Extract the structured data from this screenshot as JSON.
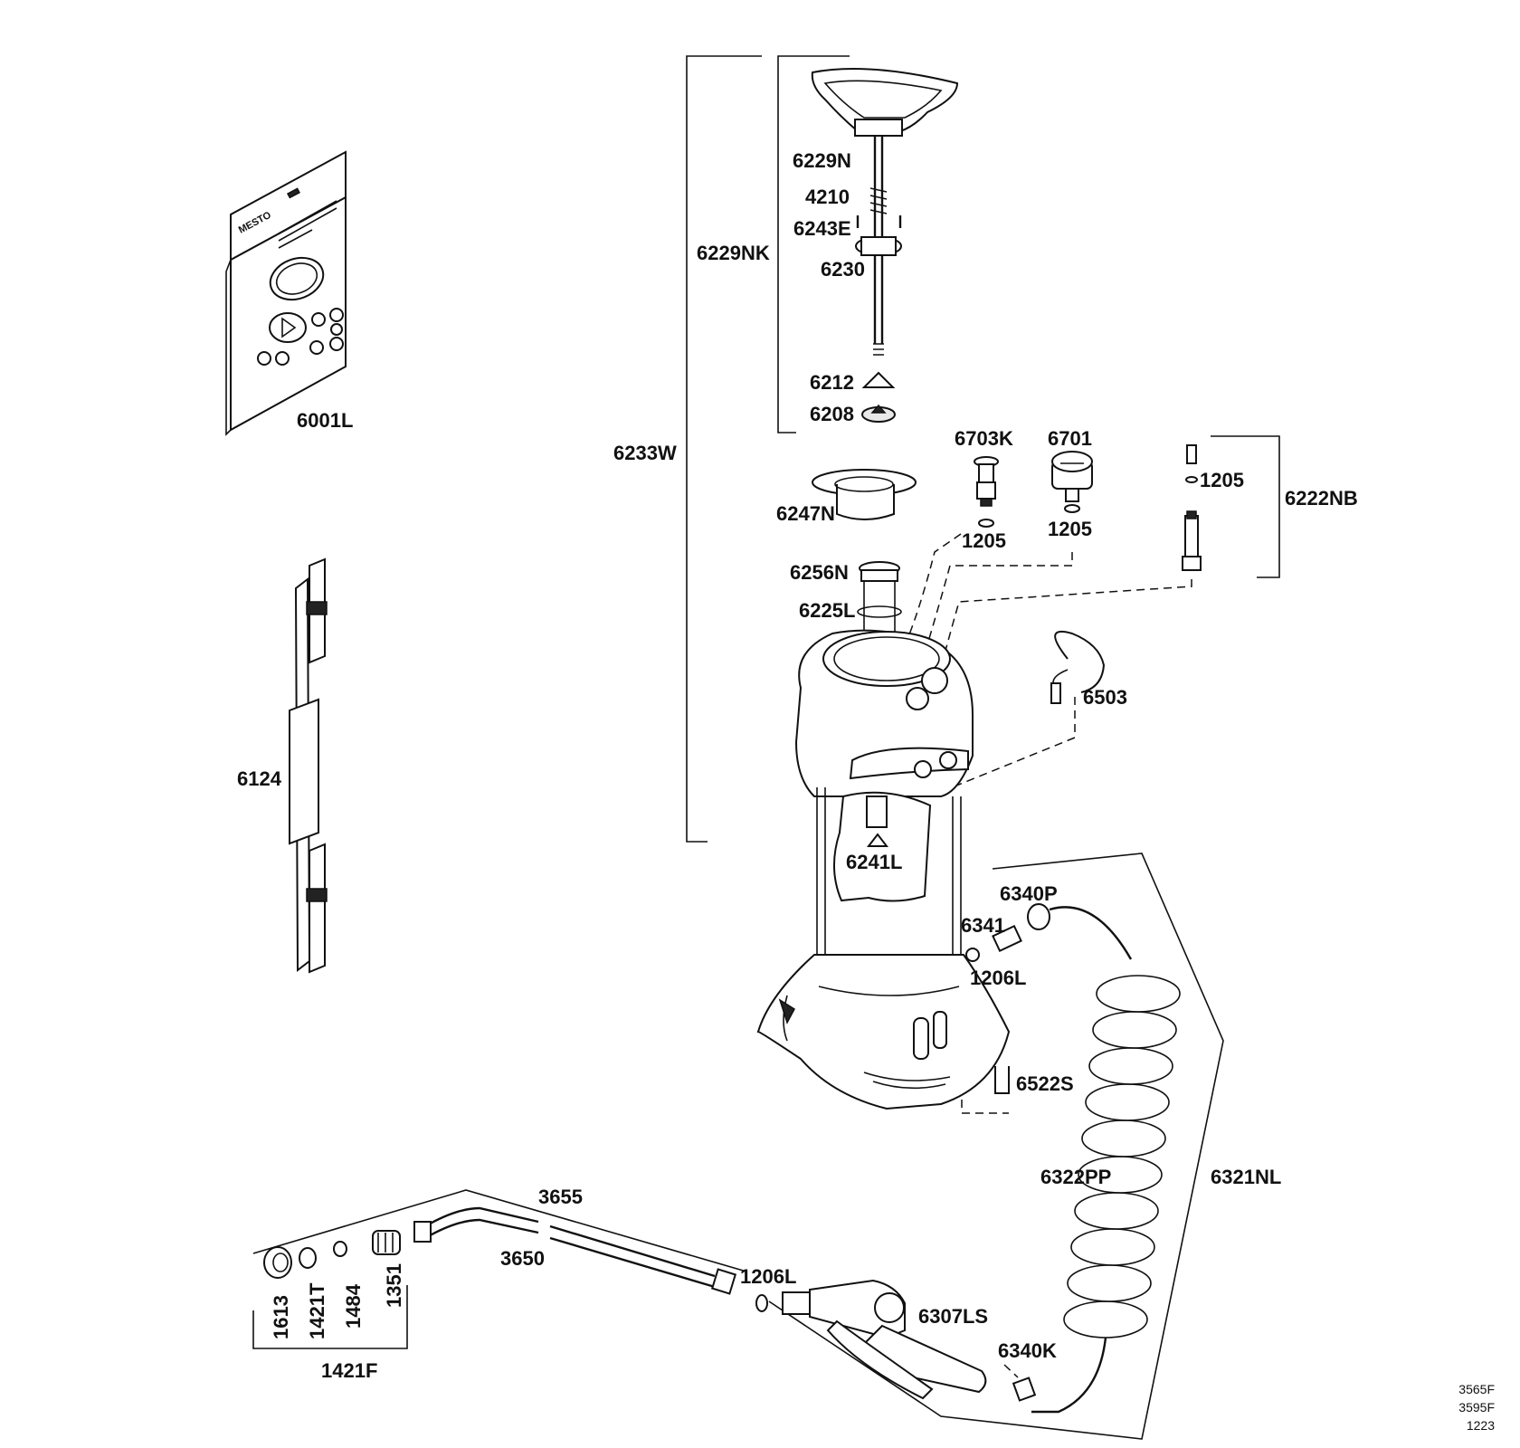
{
  "labels": {
    "p6001L": "6001L",
    "p6124": "6124",
    "p6233W": "6233W",
    "p6229NK": "6229NK",
    "p6229N": "6229N",
    "p4210": "4210",
    "p6243E": "6243E",
    "p6230": "6230",
    "p6212": "6212",
    "p6208": "6208",
    "p6247N": "6247N",
    "p6256N": "6256N",
    "p6225L": "6225L",
    "p6703K": "6703K",
    "p1205a": "1205",
    "p6701": "6701",
    "p1205b": "1205",
    "p1205c": "1205",
    "p6222NB": "6222NB",
    "p6503": "6503",
    "p6241L": "6241L",
    "p6340P": "6340P",
    "p6341": "6341",
    "p1206La": "1206L",
    "p6522S": "6522S",
    "p6322PP": "6322PP",
    "p6321NL": "6321NL",
    "p3655": "3655",
    "p3650": "3650",
    "p1206Lb": "1206L",
    "p6307LS": "6307LS",
    "p6340K": "6340K",
    "p1613": "1613",
    "p1421T": "1421T",
    "p1484": "1484",
    "p1351": "1351",
    "p1421F": "1421F"
  },
  "package_brand": "MESTO",
  "codes": [
    "3565F",
    "3595F",
    "1223"
  ]
}
